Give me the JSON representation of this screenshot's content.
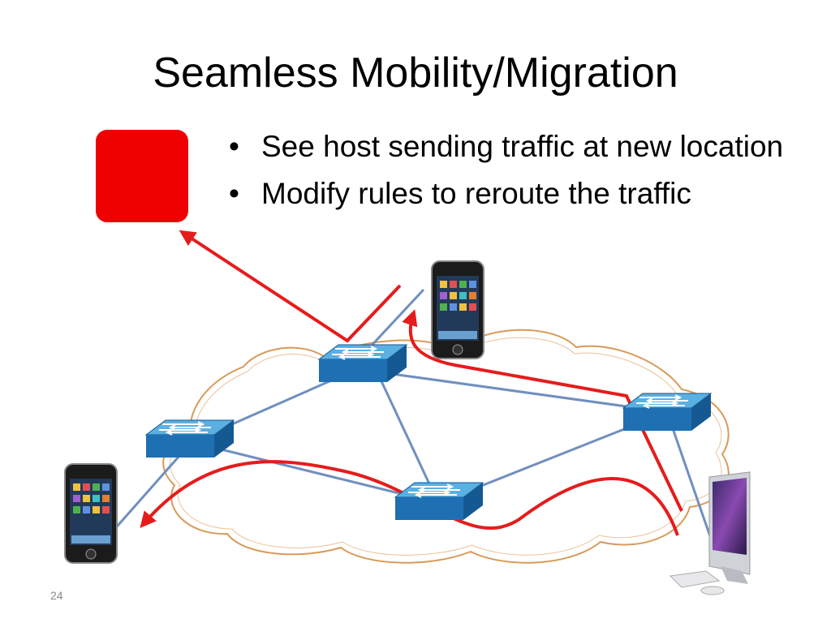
{
  "slide": {
    "title": "Seamless Mobility/Migration",
    "bullets": [
      "See host sending traffic at new location",
      "Modify rules to reroute the traffic"
    ],
    "bullet_glyph": "•",
    "slide_number": "24"
  },
  "diagram": {
    "controller": {
      "color": "#ef0000"
    },
    "nodes": [
      {
        "kind": "switch",
        "id": "switch-top"
      },
      {
        "kind": "switch",
        "id": "switch-left"
      },
      {
        "kind": "switch",
        "id": "switch-right"
      },
      {
        "kind": "switch",
        "id": "switch-bottom"
      },
      {
        "kind": "phone",
        "id": "phone-new-location"
      },
      {
        "kind": "phone",
        "id": "phone-old-location"
      },
      {
        "kind": "desktop",
        "id": "imac-host"
      }
    ],
    "colors": {
      "cloud_outline": "#d89a58",
      "link": "#6f8fbf",
      "traffic": "#e51c1c",
      "switch_top": "#5bb0e2",
      "switch_front": "#1f6fb3",
      "switch_side": "#155993"
    },
    "icons": [
      "network-switch-icon",
      "smartphone-icon",
      "desktop-computer-icon"
    ]
  }
}
